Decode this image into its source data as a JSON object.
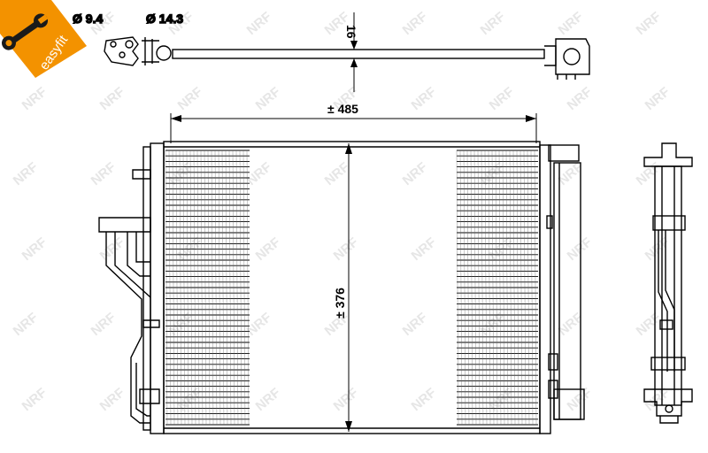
{
  "badge": {
    "text": "easyfit",
    "color": "#f39200"
  },
  "dimensions": {
    "pipe_small": "Ø 9.4",
    "pipe_large": "Ø 14.3",
    "thickness": "16",
    "width": "± 485",
    "height": "± 376"
  },
  "watermark": {
    "text": "NRF"
  },
  "icons": {
    "badge_icon": "wrench-icon"
  }
}
